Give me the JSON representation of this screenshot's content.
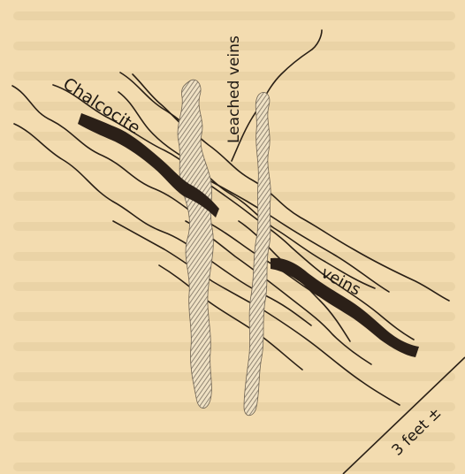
{
  "labels": {
    "chalcocite": "Chalcocite",
    "leached_veins": "Leached veins",
    "veins": "veins",
    "scale": "3 feet ±"
  },
  "colors": {
    "paper": "#f3dcb0",
    "ink": "#2a2016",
    "leached_hatch": "#7a6f60"
  }
}
